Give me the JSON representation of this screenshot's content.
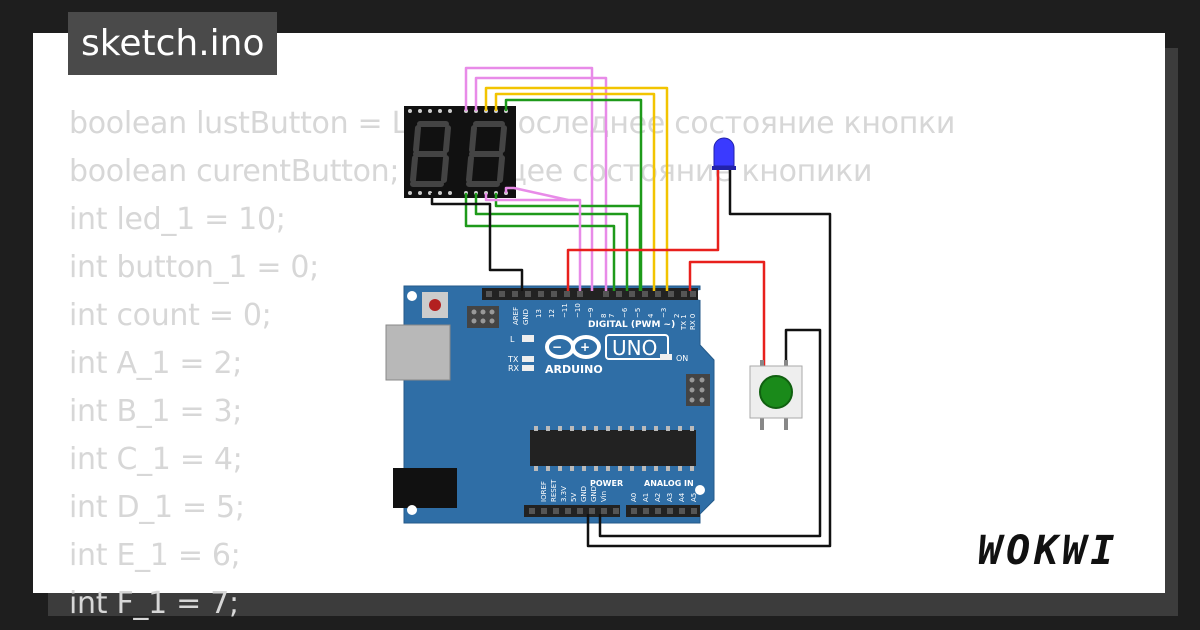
{
  "title": "sketch.ino",
  "code_lines": [
    "boolean lustButton = LOW; //последнее состояние кнопки",
    "boolean curentButton; //текущее состояние кнопики",
    "int led_1 = 10;",
    "int button_1 = 0;",
    "int count = 0;",
    "int A_1 = 2;",
    "int B_1 = 3;",
    "int C_1 = 4;",
    "int D_1 = 5;",
    "int E_1 = 6;",
    "int F_1 = 7;"
  ],
  "board": {
    "brand": "ARDUINO",
    "model": "UNO",
    "digital_label": "DIGITAL (PWM ~)",
    "power_label": "POWER",
    "analog_label": "ANALOG IN",
    "on_label": "ON",
    "l_label": "L",
    "tx_label": "TX",
    "rx_label": "RX",
    "top_pins": [
      "AREF",
      "GND",
      "13",
      "12",
      "~11",
      "~10",
      "~9",
      "8",
      "7",
      "~6",
      "~5",
      "4",
      "~3",
      "2",
      "TX 1",
      "RX 0"
    ],
    "power_pins": [
      "IOREF",
      "RESET",
      "3.3V",
      "5V",
      "GND",
      "GND",
      "Vin"
    ],
    "analog_pins": [
      "A0",
      "A1",
      "A2",
      "A3",
      "A4",
      "A5"
    ]
  },
  "logo": "WOKWI",
  "colors": {
    "board": "#2f6ea6",
    "wire_red": "#e8201c",
    "wire_green": "#1e9a1a",
    "wire_yellow": "#f2c400",
    "wire_pink": "#e88be8",
    "wire_black": "#111111",
    "button": "#1a8a1a",
    "led": "#3a3aff"
  }
}
